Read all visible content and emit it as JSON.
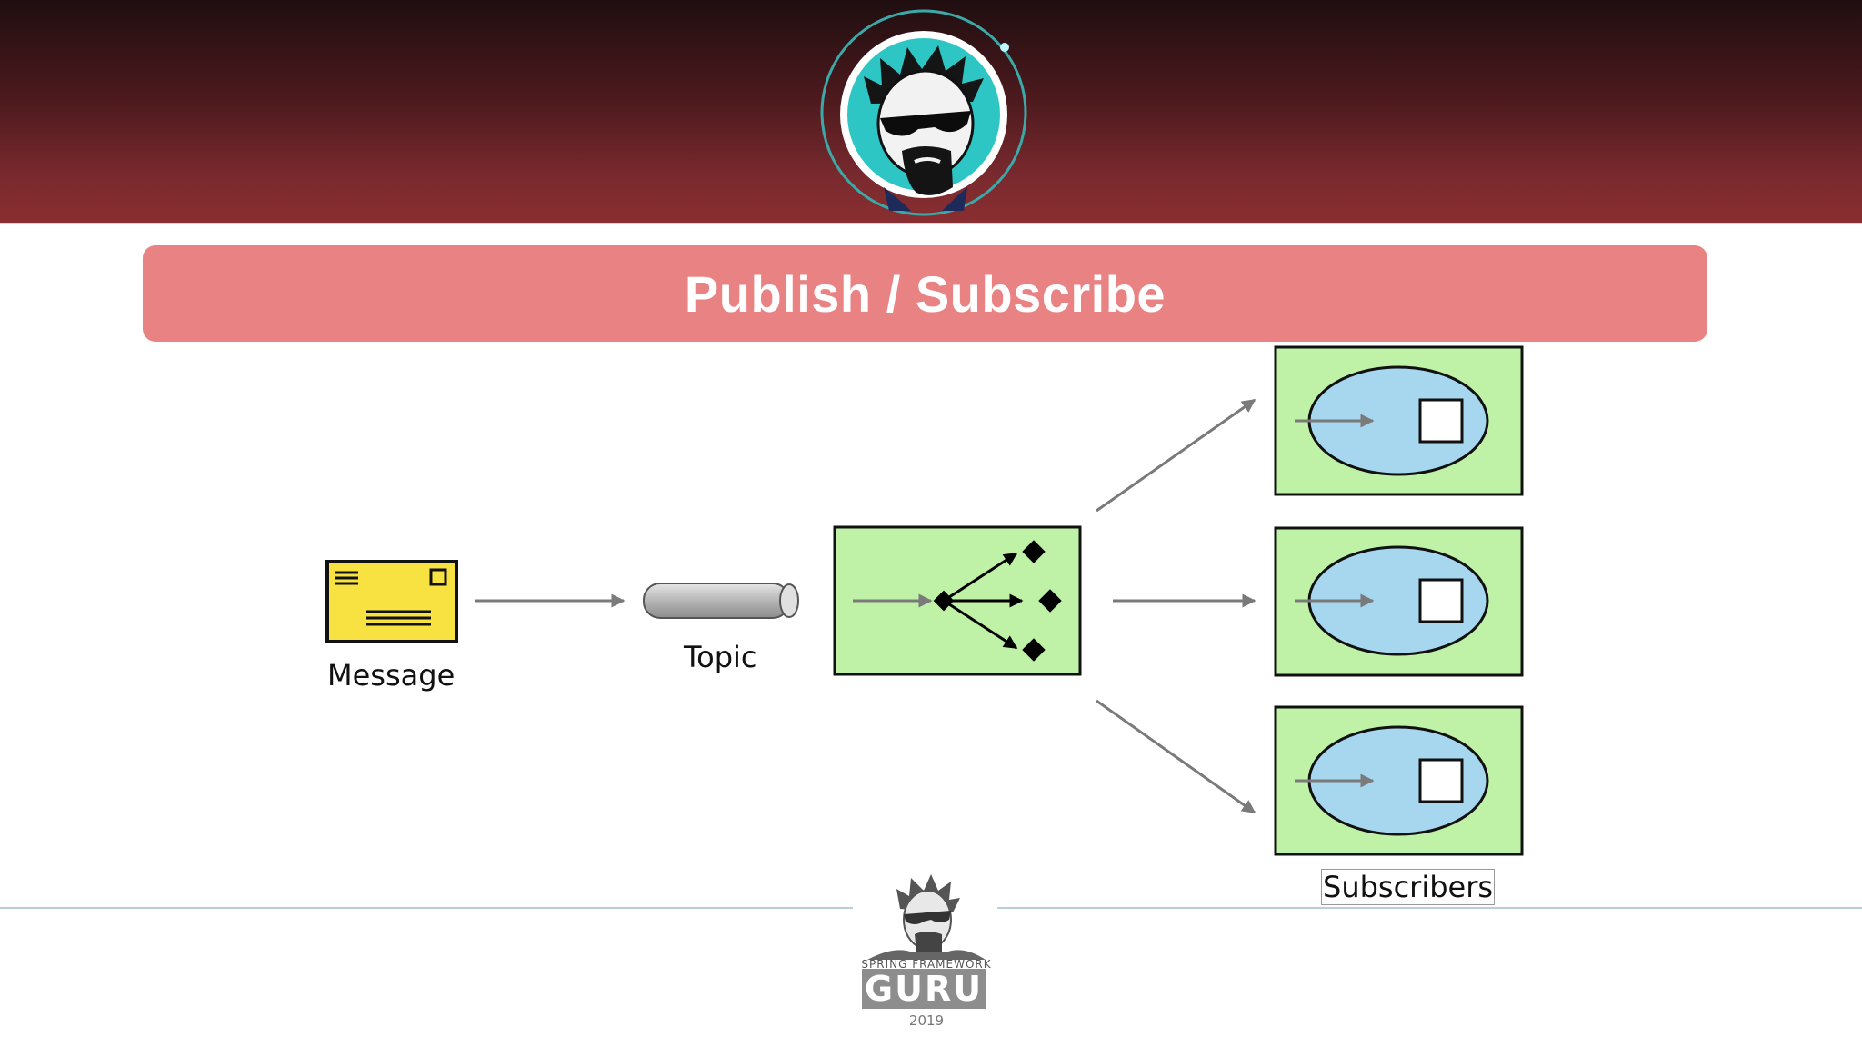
{
  "slide": {
    "title": "Publish / Subscribe"
  },
  "diagram": {
    "labels": {
      "message": "Message",
      "topic": "Topic",
      "subscribers": "Subscribers"
    },
    "colors": {
      "header_dark": "#1f0e10",
      "header_red": "#8a2e31",
      "title_bar": "#e98383",
      "box_green": "#bff2a6",
      "ellipse_blue": "#a6d7ef",
      "envelope_yellow": "#f7e241",
      "arrow_gray": "#7a7a7a"
    }
  },
  "footer": {
    "logo_top_text": "SPRING FRAMEWORK",
    "logo_main_text": "GURU",
    "year": "2019"
  }
}
